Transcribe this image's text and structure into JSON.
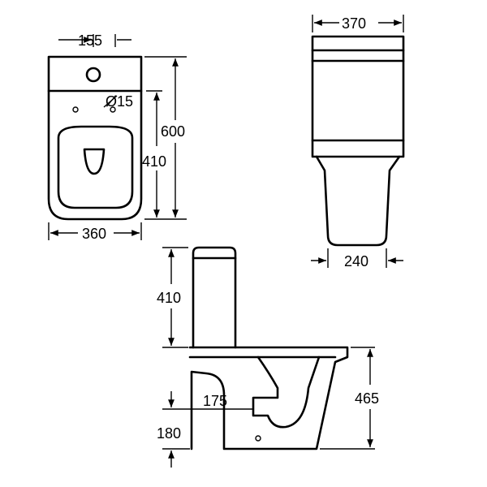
{
  "top_view": {
    "dim_hole_offset": "155",
    "dim_hole_diameter": "Ø15",
    "dim_depth_total": "600",
    "dim_seat_depth": "410",
    "dim_width": "360"
  },
  "front_view": {
    "dim_top_width": "370",
    "dim_base_width": "240"
  },
  "side_view": {
    "dim_cistern_height": "410",
    "dim_pan_height": "465",
    "dim_outlet_offset": "175",
    "dim_outlet_height": "180"
  }
}
